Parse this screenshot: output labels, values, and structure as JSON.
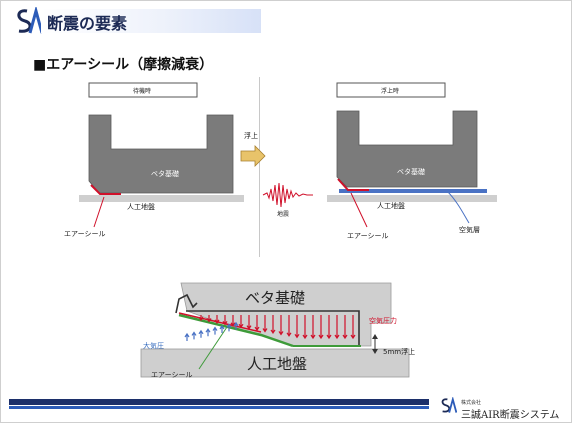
{
  "header": {
    "title": "断震の要素"
  },
  "section": {
    "subtitle": "■エアーシール（摩擦減衰）"
  },
  "left_panel": {
    "caption": "待機時",
    "foundation_label": "ベタ基礎",
    "ground_label": "人工地盤",
    "seal_label": "エアーシール"
  },
  "arrow": {
    "label": "浮上"
  },
  "right_panel": {
    "caption": "浮上時",
    "foundation_label": "ベタ基礎",
    "ground_label": "人工地盤",
    "seal_label": "エアーシール",
    "air_layer_label": "空気層",
    "quake_label": "地震"
  },
  "detail": {
    "foundation_label": "ベタ基礎",
    "ground_label": "人工地盤",
    "air_pressure_label": "空気圧力",
    "atmospheric_label": "大気圧",
    "seal_label": "エアーシール",
    "lift_label": "5mm浮上"
  },
  "footer": {
    "company_small": "株式会社",
    "company": "三誠AIR断震システム"
  },
  "colors": {
    "title": "#1c2a55",
    "concrete": "#7b7b7b",
    "ground": "#cfcfcf",
    "seal": "#d0102a",
    "air_layer": "#4a72c4",
    "green_seal": "#3e9b3a",
    "footer_navy": "#1c2f6a"
  }
}
